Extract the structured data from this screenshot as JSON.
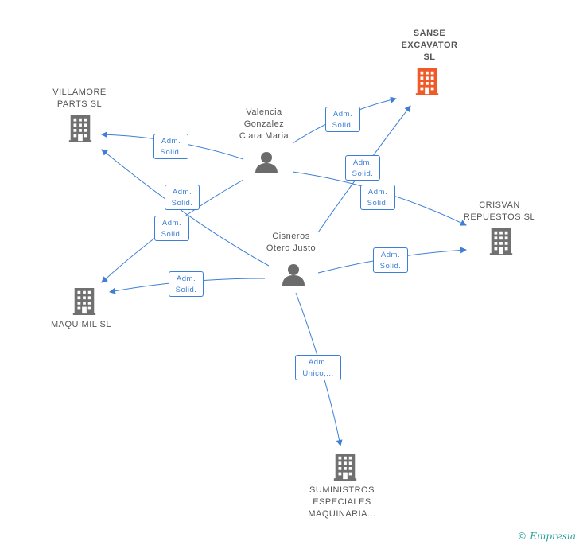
{
  "colors": {
    "edge": "#3d7fd6",
    "company": "#707070",
    "highlight": "#f05a28",
    "person": "#6b6b6b"
  },
  "nodes": {
    "sanse": {
      "label": "SANSE\nEXCAVATOR\nSL",
      "type": "company",
      "highlight": true
    },
    "villamore": {
      "label": "VILLAMORE\nPARTS  SL",
      "type": "company"
    },
    "crisvan": {
      "label": "CRISVAN\nREPUESTOS  SL",
      "type": "company"
    },
    "maquimil": {
      "label": "MAQUIMIL SL",
      "type": "company"
    },
    "suministros": {
      "label": "SUMINISTROS\nESPECIALES\nMAQUINARIA...",
      "type": "company"
    },
    "valencia": {
      "label": "Valencia\nGonzalez\nClara Maria",
      "type": "person"
    },
    "cisneros": {
      "label": "Cisneros\nOtero Justo",
      "type": "person"
    }
  },
  "edges": [
    {
      "id": "valencia-sanse",
      "line1": "Adm.",
      "line2": "Solid."
    },
    {
      "id": "valencia-villamore",
      "line1": "Adm.",
      "line2": "Solid."
    },
    {
      "id": "valencia-crisvan",
      "line1": "Adm.",
      "line2": "Solid."
    },
    {
      "id": "valencia-maquimil",
      "line1": "Adm.",
      "line2": "Solid."
    },
    {
      "id": "cisneros-villamore",
      "line1": "Adm.",
      "line2": "Solid."
    },
    {
      "id": "cisneros-sanse",
      "line1": "Adm.",
      "line2": "Solid."
    },
    {
      "id": "cisneros-crisvan",
      "line1": "Adm.",
      "line2": "Solid."
    },
    {
      "id": "cisneros-maquimil",
      "line1": "Adm.",
      "line2": "Solid."
    },
    {
      "id": "cisneros-suministros",
      "line1": "Adm.",
      "line2": "Unico,..."
    }
  ],
  "footer": {
    "copyright": "©",
    "brand": "Empresia"
  }
}
